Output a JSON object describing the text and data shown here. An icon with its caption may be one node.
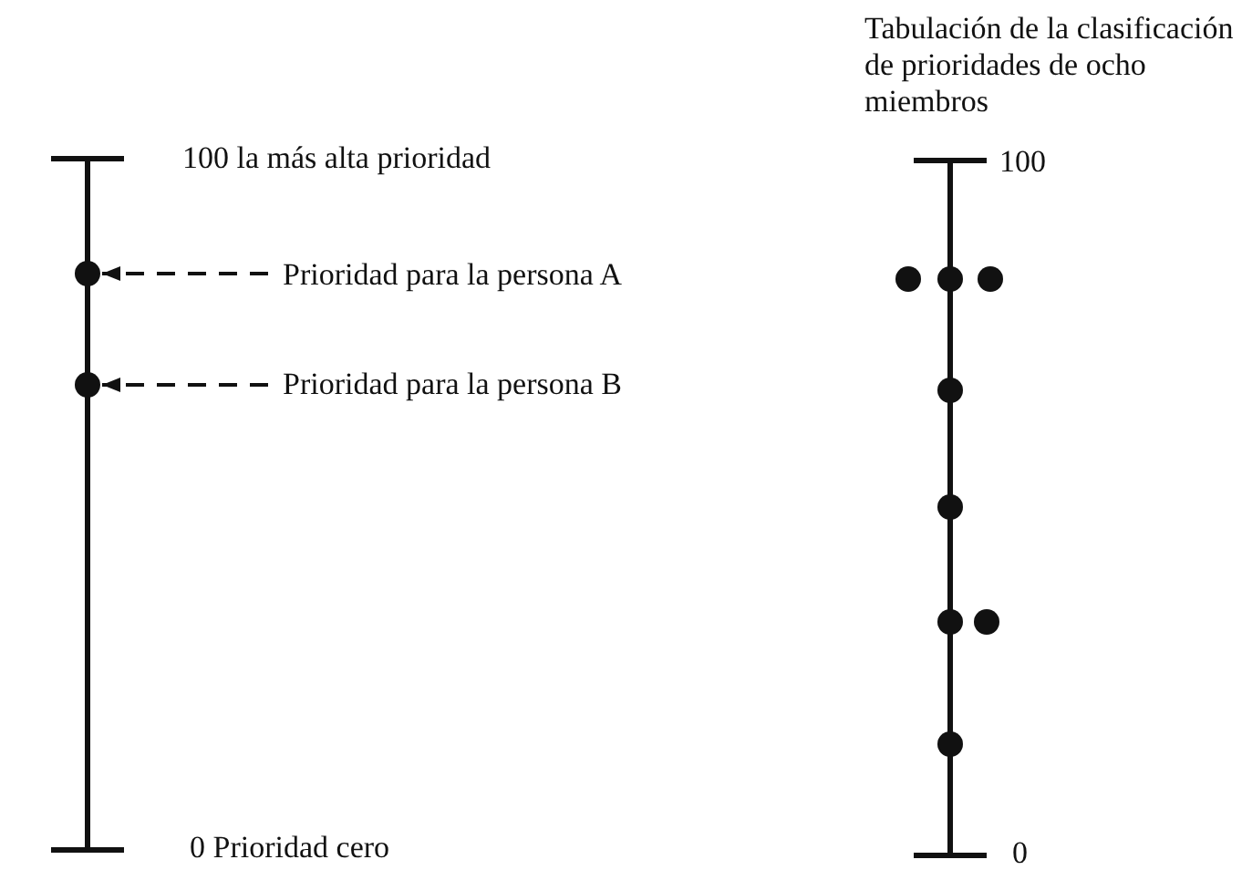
{
  "diagram": {
    "nodes": [
      {
        "text": [
          "Prioridad para la persona A"
        ]
      },
      {
        "text": [],
        "shape": "circle"
      },
      {
        "text": [
          "Prioridad para la persona B"
        ]
      },
      {
        "text": [],
        "shape": "circle"
      },
      {
        "text": [],
        "shape": "circle"
      },
      {
        "text": [],
        "shape": "circle"
      },
      {
        "text": [],
        "shape": "circle"
      },
      {
        "text": [],
        "shape": "circle"
      },
      {
        "text": [],
        "shape": "circle"
      },
      {
        "text": [],
        "shape": "circle"
      },
      {
        "text": [],
        "shape": "circle"
      },
      {
        "text": [],
        "shape": "circle"
      }
    ],
    "edges": [
      {
        "from": 0,
        "to": 1,
        "arrow": "to",
        "style": "dashed"
      },
      {
        "from": 2,
        "to": 3,
        "arrow": "to",
        "style": "dashed"
      }
    ],
    "labels": [
      "Tabulación de la clasificación de prioridades de ocho miembros",
      "100 la más alta prioridad",
      "100",
      "0 Prioridad cero",
      "0"
    ]
  }
}
